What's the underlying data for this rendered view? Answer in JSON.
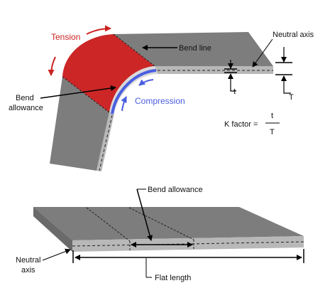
{
  "labels": {
    "tension": "Tension",
    "compression": "Compression",
    "bend_line": "Bend line",
    "neutral_axis_top": "Neutral axis",
    "bend_allowance_top_line1": "Bend",
    "bend_allowance_top_line2": "allowance",
    "t_small": "t",
    "t_large": "T",
    "k_factor": "K factor =",
    "fraction_numerator": "t",
    "fraction_denominator": "T",
    "bend_allowance_bottom": "Bend allowance",
    "neutral_axis_bottom_line1": "Neutral",
    "neutral_axis_bottom_line2": "axis",
    "flat_length": "Flat length"
  },
  "colors": {
    "tension": "#cc2222",
    "compression": "#4a5ee0",
    "sheet_top": "#8a8a8a",
    "sheet_side": "#bdbdbd",
    "sheet_dark": "#6e6e6e"
  }
}
